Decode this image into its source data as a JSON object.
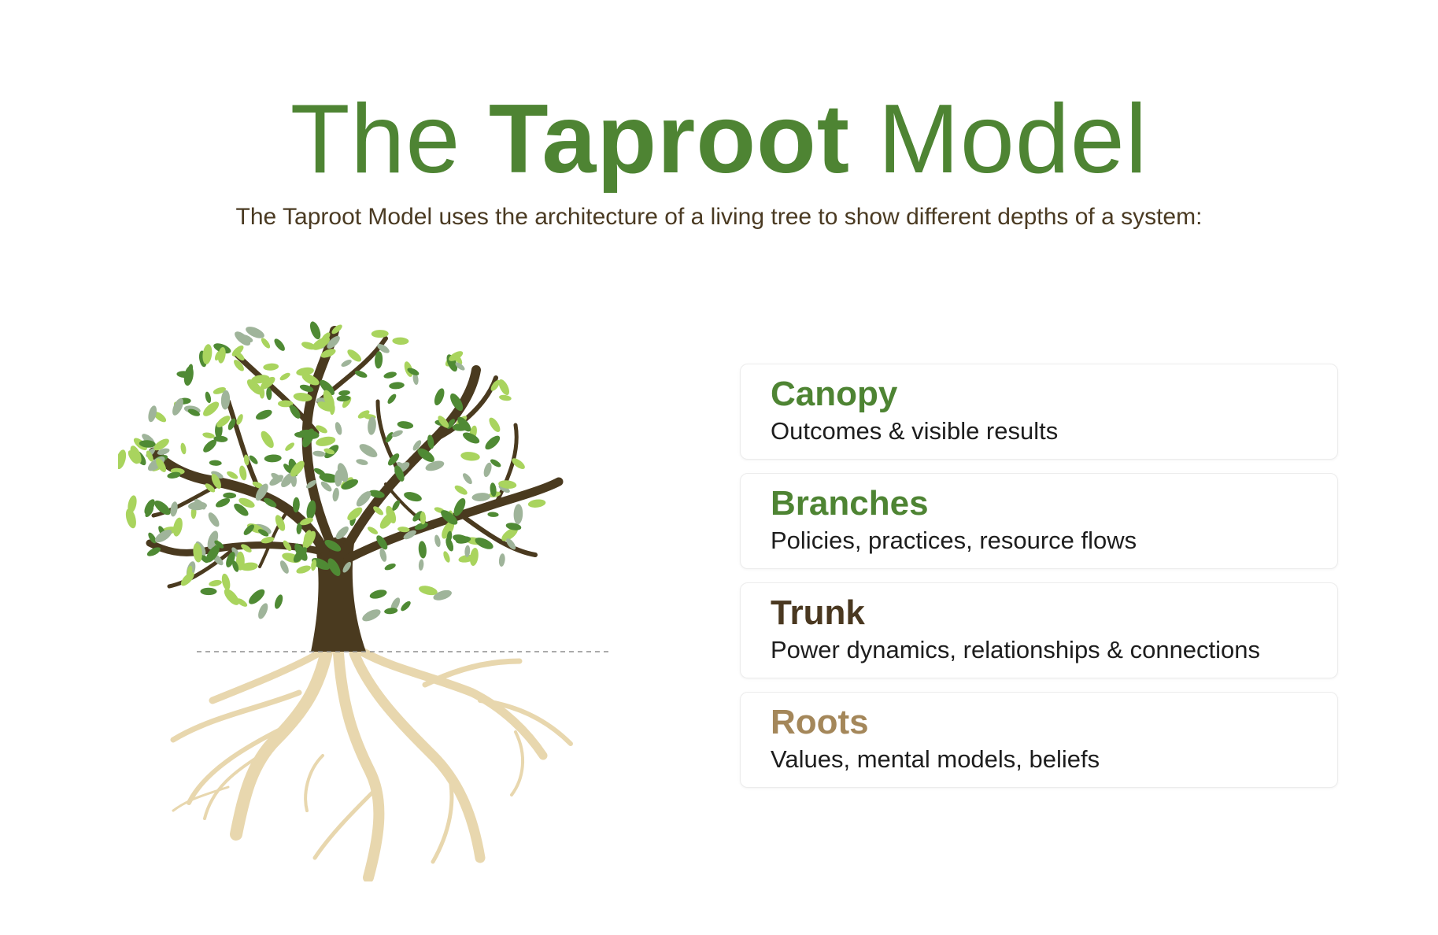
{
  "header": {
    "title_pre": "The ",
    "title_bold": "Taproot",
    "title_post": " Model",
    "subtitle": "The Taproot Model uses the architecture of a living tree to show different depths of a system:"
  },
  "layers": [
    {
      "title": "Canopy",
      "description": "Outcomes & visible results"
    },
    {
      "title": "Branches",
      "description": "Policies, practices, resource flows"
    },
    {
      "title": "Trunk",
      "description": "Power dynamics, relationships & connections"
    },
    {
      "title": "Roots",
      "description": "Values, mental models, beliefs"
    }
  ],
  "colors": {
    "title": "#4e8433",
    "subtitle": "#4a3a22",
    "canopy": "#4e8433",
    "branches": "#4e8433",
    "trunk": "#4a3820",
    "roots": "#a4875a",
    "tree_trunk": "#4a3a1f",
    "tree_roots": "#e8d7ae",
    "leaf_dark": "#4f8a34",
    "leaf_light": "#a9d45e",
    "leaf_grey": "#9fb49a"
  },
  "icons": {
    "tree": "tree-illustration-icon"
  }
}
